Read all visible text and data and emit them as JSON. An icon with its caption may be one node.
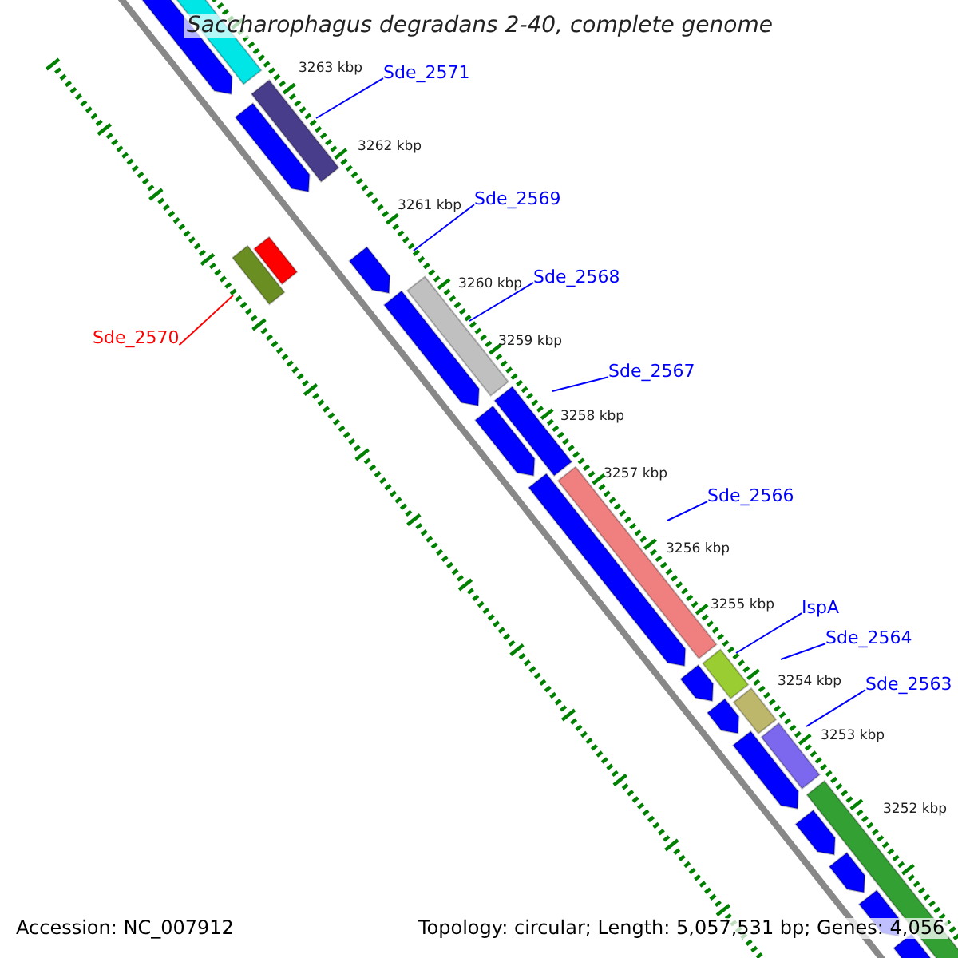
{
  "diagram": {
    "title": "Saccharophagus degradans 2-40, complete genome",
    "nodes": [
      {
        "text": [
          "Sde_2571"
        ]
      },
      {
        "text": [
          "Sde_2569"
        ]
      },
      {
        "text": [
          "Sde_2568"
        ]
      },
      {
        "text": [
          "Sde_2570"
        ]
      },
      {
        "text": [
          "Sde_2567"
        ]
      },
      {
        "text": [
          "Sde_2566"
        ]
      },
      {
        "text": [
          "IspA"
        ]
      },
      {
        "text": [
          "Sde_2564"
        ]
      },
      {
        "text": [
          "Sde_2563"
        ]
      }
    ],
    "edges": [
      {
        "from": 0,
        "to": null,
        "arrow": "none"
      },
      {
        "from": 1,
        "to": null,
        "arrow": "none"
      },
      {
        "from": 2,
        "to": null,
        "arrow": "none"
      },
      {
        "from": 3,
        "to": null,
        "arrow": "none",
        "color": "#ff0000"
      },
      {
        "from": 4,
        "to": null,
        "arrow": "none"
      },
      {
        "from": 5,
        "to": null,
        "arrow": "none"
      },
      {
        "from": 6,
        "to": null,
        "arrow": "none"
      },
      {
        "from": 7,
        "to": null,
        "arrow": "none"
      },
      {
        "from": 8,
        "to": null,
        "arrow": "none"
      }
    ],
    "labels": [
      "3263 kbp",
      "3262 kbp",
      "3261 kbp",
      "3260 kbp",
      "3259 kbp",
      "3258 kbp",
      "3257 kbp",
      "3256 kbp",
      "3255 kbp",
      "3254 kbp",
      "3253 kbp",
      "3252 kbp",
      "Accession: NC_007912",
      "Topology: circular; Length: 5,057,531 bp; Genes: 4,056"
    ]
  }
}
